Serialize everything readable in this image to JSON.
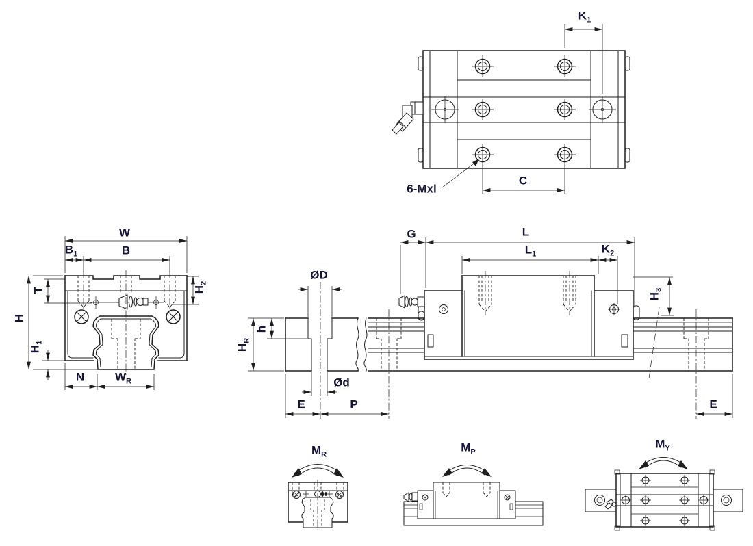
{
  "colors": {
    "line": "#1e1e1e",
    "label": "#141438",
    "background": "#ffffff"
  },
  "labels": {
    "top_view": {
      "k1": {
        "base": "K",
        "sub": "1"
      },
      "c": {
        "base": "C",
        "sub": ""
      },
      "thread_note": "6-Mxl"
    },
    "front_view": {
      "w": {
        "base": "W",
        "sub": ""
      },
      "b1": {
        "base": "B",
        "sub": "1"
      },
      "b": {
        "base": "B",
        "sub": ""
      },
      "t": {
        "base": "T",
        "sub": ""
      },
      "h": {
        "base": "H",
        "sub": ""
      },
      "h1": {
        "base": "H",
        "sub": "1"
      },
      "h2": {
        "base": "H",
        "sub": "2"
      },
      "n": {
        "base": "N",
        "sub": ""
      },
      "wr": {
        "base": "W",
        "sub": "R"
      }
    },
    "side_view": {
      "g": {
        "base": "G",
        "sub": ""
      },
      "l": {
        "base": "L",
        "sub": ""
      },
      "l1": {
        "base": "L",
        "sub": "1"
      },
      "k2": {
        "base": "K",
        "sub": "2"
      },
      "h3": {
        "base": "H",
        "sub": "3"
      },
      "e_right": {
        "base": "E",
        "sub": ""
      }
    },
    "rail_section": {
      "d_big": {
        "base": "ØD",
        "sub": ""
      },
      "h_small": {
        "base": "h",
        "sub": ""
      },
      "hr": {
        "base": "H",
        "sub": "R"
      },
      "d_small": {
        "base": "Ød",
        "sub": ""
      },
      "e": {
        "base": "E",
        "sub": ""
      },
      "p": {
        "base": "P",
        "sub": ""
      }
    },
    "moments": {
      "mr": {
        "base": "M",
        "sub": "R"
      },
      "mp": {
        "base": "M",
        "sub": "P"
      },
      "my": {
        "base": "M",
        "sub": "Y"
      }
    }
  }
}
